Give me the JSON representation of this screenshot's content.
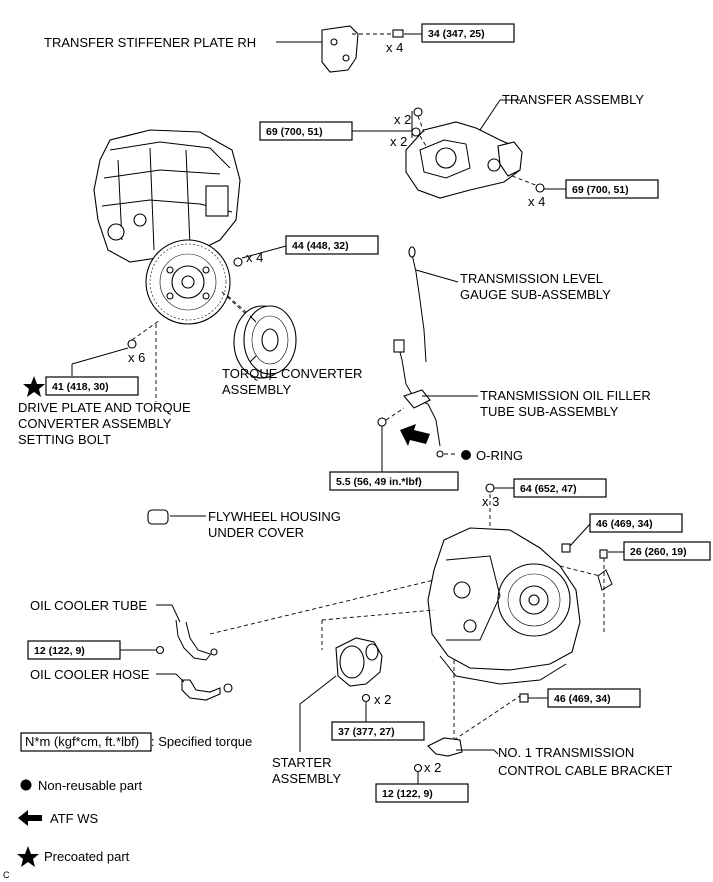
{
  "labels": {
    "transfer_stiffener": "TRANSFER STIFFENER PLATE RH",
    "transfer_assembly": "TRANSFER ASSEMBLY",
    "level_gauge_1": "TRANSMISSION LEVEL",
    "level_gauge_2": "GAUGE SUB-ASSEMBLY",
    "torque_converter_1": "TORQUE CONVERTER",
    "torque_converter_2": "ASSEMBLY",
    "filler_tube_1": "TRANSMISSION OIL FILLER",
    "filler_tube_2": "TUBE SUB-ASSEMBLY",
    "drive_plate_1": "DRIVE PLATE AND TORQUE",
    "drive_plate_2": "CONVERTER ASSEMBLY",
    "drive_plate_3": "SETTING BOLT",
    "o_ring": "O-RING",
    "flywheel_cover_1": "FLYWHEEL HOUSING",
    "flywheel_cover_2": "UNDER COVER",
    "oil_cooler_tube": "OIL COOLER TUBE",
    "oil_cooler_hose": "OIL COOLER HOSE",
    "starter_1": "STARTER",
    "starter_2": "ASSEMBLY",
    "bracket_1": "NO. 1 TRANSMISSION",
    "bracket_2": "CONTROL CABLE BRACKET",
    "corner_code": "C"
  },
  "torques": {
    "t34": "34 (347, 25)",
    "t69a": "69 (700, 51)",
    "t69b": "69 (700, 51)",
    "t44": "44 (448, 32)",
    "t41": "41 (418, 30)",
    "t55": "5.5 (56, 49 in.*lbf)",
    "t64": "64 (652, 47)",
    "t46a": "46 (469, 34)",
    "t26": "26 (260, 19)",
    "t12a": "12 (122, 9)",
    "t37": "37 (377, 27)",
    "t46b": "46 (469, 34)",
    "t12b": "12 (122, 9)"
  },
  "quantities": {
    "q_stiffener": "x 4",
    "q_transfer_a": "x 2",
    "q_transfer_b": "x 2",
    "q_transfer_c": "x 4",
    "q_drive_plate_bolt": "x 4",
    "q_setting_bolt": "x 6",
    "q_trans_64": "x 3",
    "q_starter": "x 2",
    "q_bracket": "x 2"
  },
  "legend": {
    "torque_key": "N*m (kgf*cm, ft.*lbf)",
    "torque_desc": ": Specified torque",
    "nonreusable": "Non-reusable part",
    "atf": "ATF WS",
    "precoated": "Precoated part"
  }
}
